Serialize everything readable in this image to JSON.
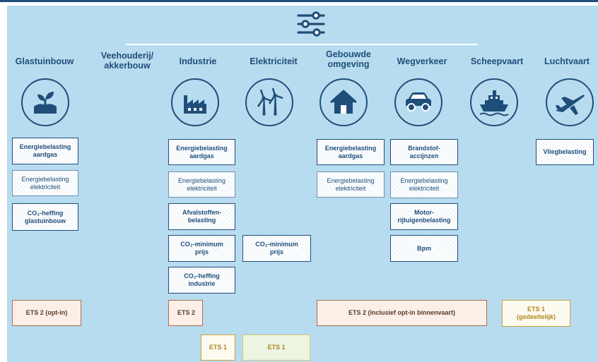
{
  "sectors": [
    {
      "name": "Glastuinbouw",
      "icon": "sprout-icon"
    },
    {
      "name": "Veehouderij/\nakkerbouw",
      "icon": ""
    },
    {
      "name": "Industrie",
      "icon": "factory-icon"
    },
    {
      "name": "Elektriciteit",
      "icon": "wind-turbine-icon"
    },
    {
      "name": "Gebouwde\nomgeving",
      "icon": "house-icon"
    },
    {
      "name": "Wegverkeer",
      "icon": "car-icon"
    },
    {
      "name": "Scheepvaart",
      "icon": "ship-icon"
    },
    {
      "name": "Luchtvaart",
      "icon": "airplane-icon"
    }
  ],
  "instruments": {
    "glastuinbouw": [
      "Energiebelasting\naardgas",
      "Energiebelasting\nelektriciteit",
      "CO₂-heffing\nglastuinbouw"
    ],
    "industrie": [
      "Energiebelasting\naardgas",
      "Energiebelasting\nelektriciteit",
      "Afvalstoffen-\nbelasting",
      "CO₂-minimum\nprijs",
      "CO₂-heffing\nindustrie"
    ],
    "elektriciteit": [
      "CO₂-minimum\nprijs"
    ],
    "gebouwde_omgeving": [
      "Energiebelasting\naardgas",
      "Energiebelasting\nelektriciteit"
    ],
    "wegverkeer": [
      "Brandstof-\naccijnzen",
      "Energiebelasting\nelektriciteit",
      "Motor-\nrijtuigenbelasting",
      "Bpm"
    ],
    "luchtvaart": [
      "Vliegbelasting"
    ]
  },
  "ets": {
    "glastuinbouw": "ETS 2 (opt-in)",
    "industrie": "ETS 2",
    "gebouwde_wegverkeer_scheepvaart": "ETS 2 (inclusief opt-in binnenvaart)",
    "luchtvaart": "ETS 1\n(gedeeltelijk)",
    "industrie_ets1": "ETS 1",
    "elektriciteit_ets1": "ETS 1"
  },
  "header_icon": "sliders-icon",
  "colors": {
    "background": "#b8dcef",
    "navy": "#1f4e7b",
    "ets2_border": "#b26a4a",
    "ets1_border": "#c9a13a"
  }
}
